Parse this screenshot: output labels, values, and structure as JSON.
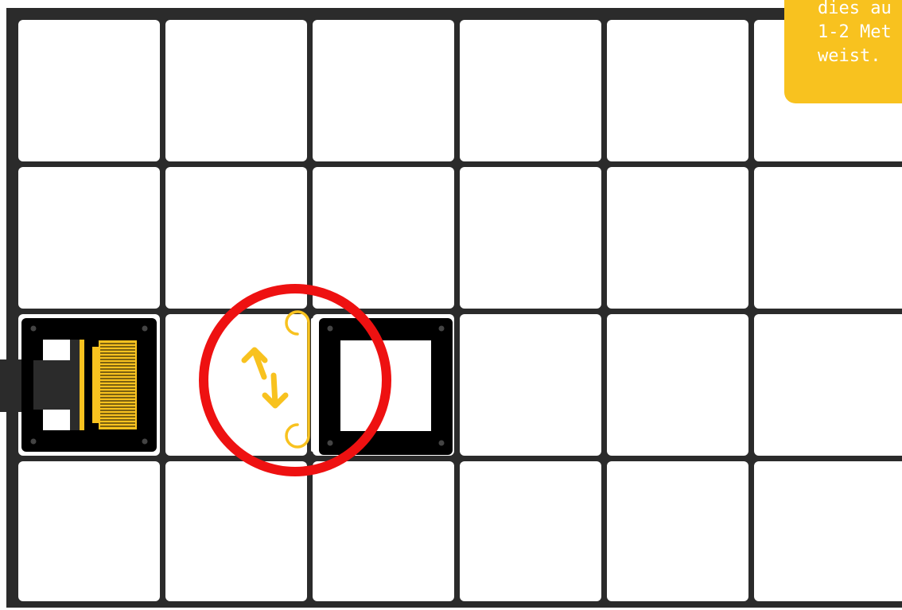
{
  "note": {
    "lines": [
      "dies au",
      "1-2 Met",
      "weist."
    ]
  },
  "icons": {
    "gripper_module": "gripper-module-icon",
    "frame_module": "frame-module-icon",
    "swap_arrows": "swap-arrows-icon",
    "connector_clip": "connector-clip-icon",
    "highlight": "highlight-circle"
  },
  "colors": {
    "grid": "#2b2b2b",
    "accent": "#f8c21f",
    "highlight": "#ee1111",
    "module": "#000000"
  }
}
